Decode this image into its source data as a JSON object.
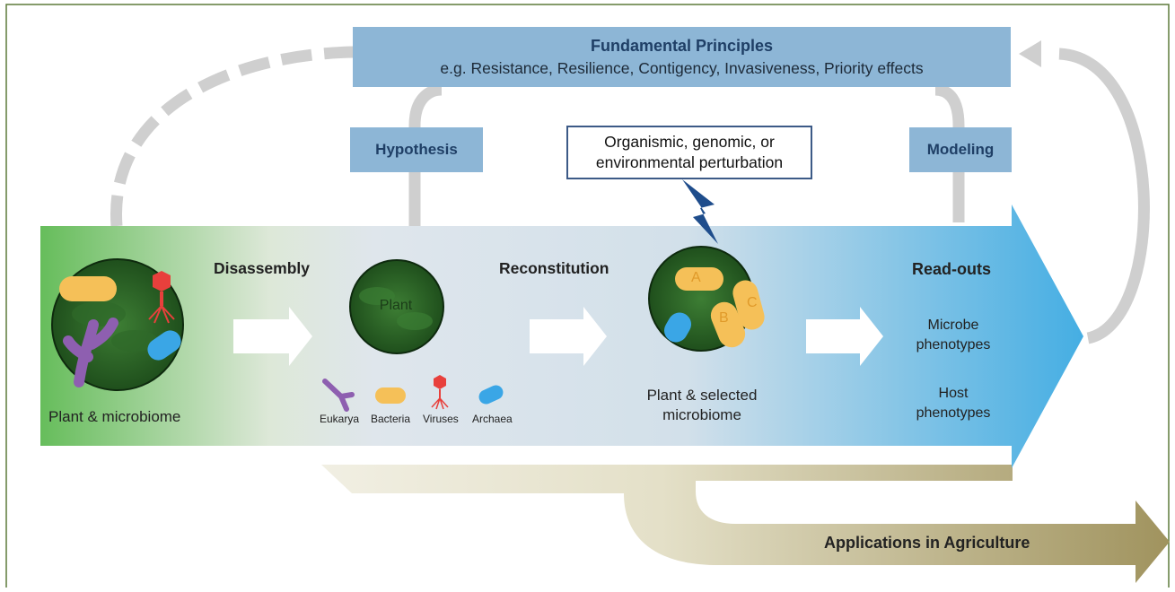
{
  "principles": {
    "title": "Fundamental Principles",
    "subtitle": "e.g. Resistance, Resilience, Contigency, Invasiveness, Priority effects"
  },
  "hypothesis_label": "Hypothesis",
  "modeling_label": "Modeling",
  "perturbation": {
    "line1": "Organismic, genomic, or",
    "line2": "environmental perturbation"
  },
  "steps": {
    "disassembly": "Disassembly",
    "reconstitution": "Reconstitution",
    "readouts": "Read-outs"
  },
  "circles": {
    "plant_microbiome": "Plant & microbiome",
    "plant": "Plant",
    "selected_line1": "Plant & selected",
    "selected_line2": "microbiome",
    "microbe_letters": [
      "A",
      "B",
      "C"
    ]
  },
  "legend": {
    "eukarya": "Eukarya",
    "bacteria": "Bacteria",
    "viruses": "Viruses",
    "archaea": "Archaea"
  },
  "readouts": {
    "microbe_line1": "Microbe",
    "microbe_line2": "phenotypes",
    "host_line1": "Host",
    "host_line2": "phenotypes"
  },
  "applications": "Applications in Agriculture",
  "colors": {
    "green": "#6bbf5c",
    "blue": "#4aaee0",
    "plant_dark": "#1e4d1e",
    "bacteria": "#f5c058",
    "eukarya": "#8e5fb0",
    "virus": "#e8403c",
    "archaea": "#3aa6e6",
    "box": "#8db6d6",
    "khaki": "#a89d6b"
  }
}
